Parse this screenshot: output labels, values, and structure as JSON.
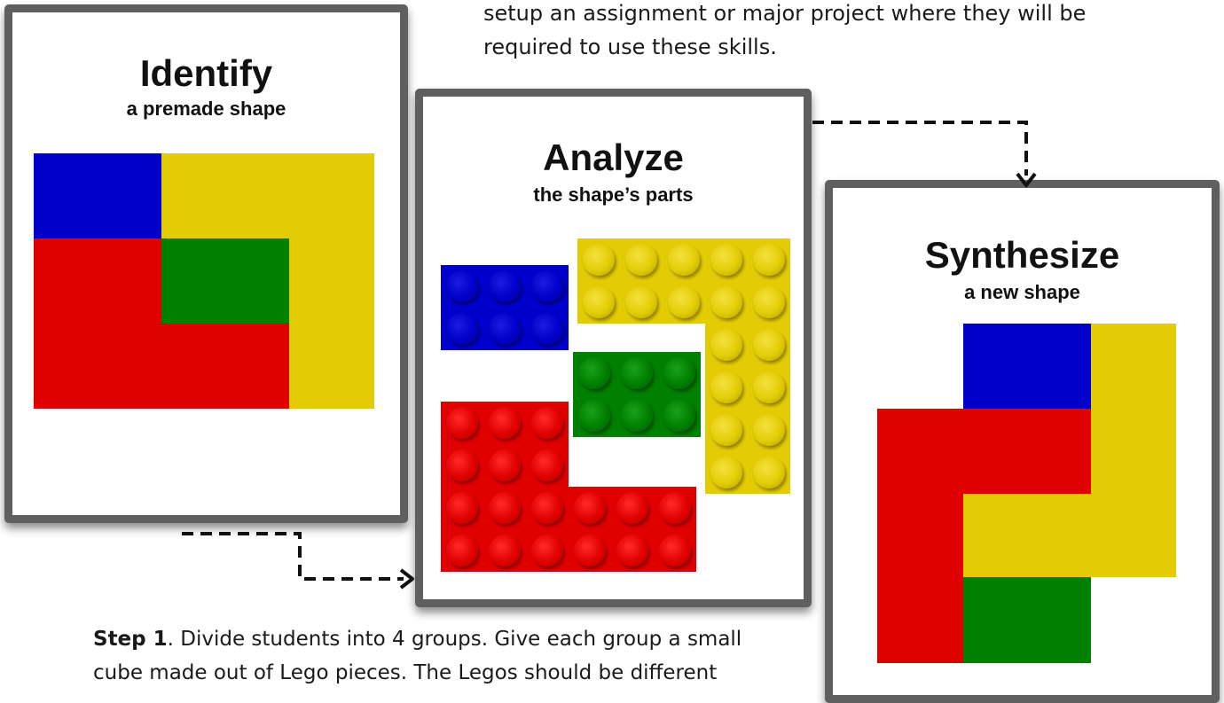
{
  "intro_text": {
    "line1": "setup an assignment or major project where they will be",
    "line2": "required to use these skills."
  },
  "panels": {
    "identify": {
      "title": "Identify",
      "subtitle": "a premade shape"
    },
    "analyze": {
      "title": "Analyze",
      "subtitle": "the shape’s parts"
    },
    "synthesize": {
      "title": "Synthesize",
      "subtitle": "a new shape"
    }
  },
  "step_text": {
    "label": "Step 1",
    "line1_rest": ". Divide students into 4 groups. Give each group a small",
    "line2": "cube made out of Lego pieces. The Legos should be different"
  },
  "colors": {
    "blue": "#0000cc",
    "yellow": "#e3cc06",
    "red": "#e10000",
    "green": "#008000",
    "panel_border": "#5f5f5f"
  }
}
